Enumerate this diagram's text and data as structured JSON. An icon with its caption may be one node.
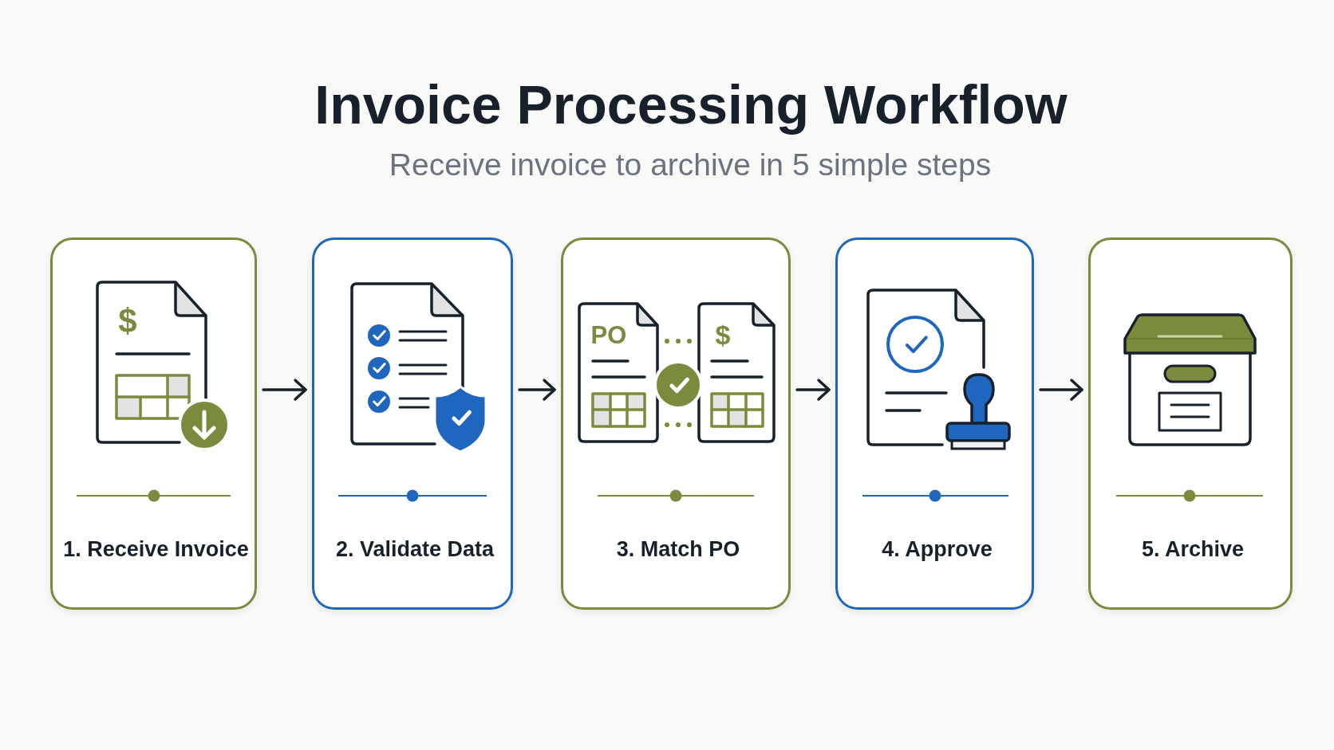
{
  "diagram": {
    "title": "Invoice Processing Workflow",
    "nodes": [
      {
        "text": [
          "1. Receive Invoice"
        ]
      },
      {
        "text": [
          "2. Validate Data"
        ]
      },
      {
        "text": [
          "3. Match PO"
        ]
      },
      {
        "text": [
          "4. Approve"
        ]
      },
      {
        "text": [
          "5. Archive"
        ]
      }
    ],
    "edges": [
      {
        "from": 0,
        "to": 1,
        "arrow": "to"
      },
      {
        "from": 1,
        "to": 2,
        "arrow": "to"
      },
      {
        "from": 2,
        "to": 3,
        "arrow": "to"
      },
      {
        "from": 3,
        "to": 4,
        "arrow": "to"
      }
    ],
    "labels": [
      "Receive invoice to archive in 5 simple steps",
      "$",
      "PO",
      "$"
    ]
  }
}
